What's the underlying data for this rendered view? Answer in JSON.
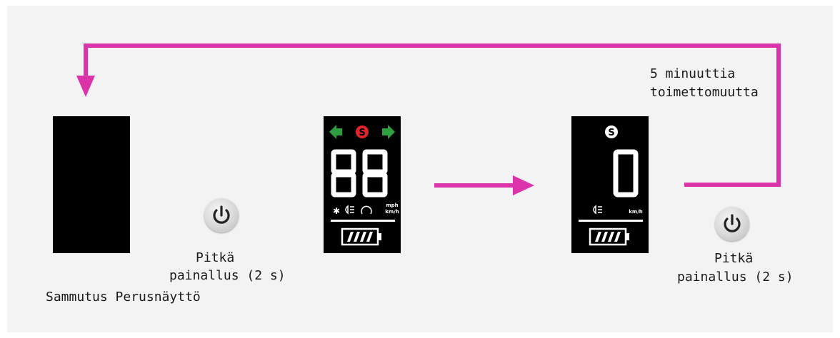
{
  "labels": {
    "timeout_line1": "5 minuuttia",
    "timeout_line2": "toimettomuutta",
    "long_press_left_line1": "Pitkä",
    "long_press_left_line2": "painallus (2 s)",
    "long_press_right_line1": "Pitkä",
    "long_press_right_line2": "painallus (2 s)",
    "bottom_caption": "Sammutus Perusnäyttö"
  },
  "full_display": {
    "speed_digits": "88",
    "unit_top": "mph",
    "unit_bottom": "km/h",
    "icons": [
      "arrow-left-icon",
      "s-badge-icon",
      "arrow-right-icon",
      "bluetooth-icon",
      "headlight-icon",
      "cruise-icon",
      "battery-icon"
    ]
  },
  "basic_display": {
    "speed_digit": "0",
    "unit": "km/h",
    "icons": [
      "s-badge-icon",
      "headlight-icon",
      "battery-icon"
    ]
  },
  "colors": {
    "arrow": "#dd33aa",
    "turn_signal": "#2e9e3e",
    "s_badge_red": "#e0262b",
    "screen": "#000000",
    "segment": "#ffffff"
  }
}
